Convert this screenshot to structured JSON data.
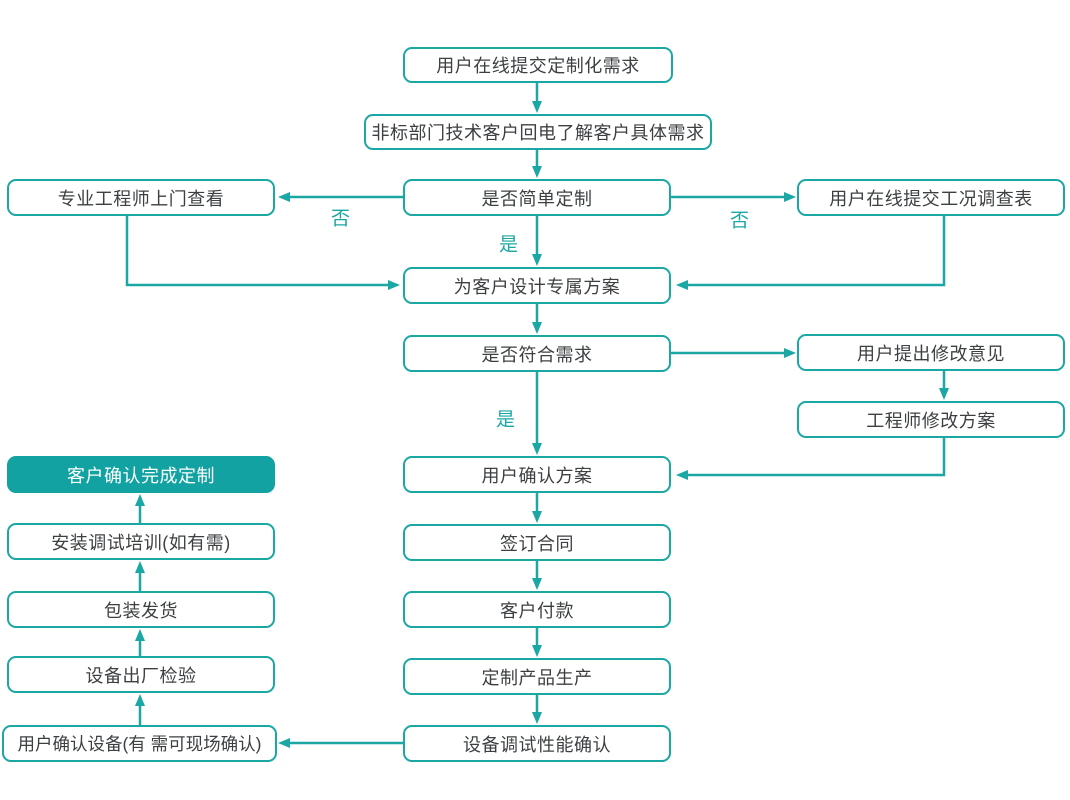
{
  "diagram": {
    "type": "flowchart",
    "colors": {
      "accent": "#1BA7A3",
      "highlight_fill": "#12A2A2",
      "node_fill": "#FFFFFF",
      "text": "#3D4043",
      "background": "#FFFFFF"
    },
    "nodes": [
      {
        "id": "submit-request",
        "label": "用户在线提交定制化需求"
      },
      {
        "id": "callback",
        "label": "非标部门技术客户回电了解客户具体需求"
      },
      {
        "id": "onsite-visit",
        "label": "专业工程师上门查看"
      },
      {
        "id": "simple-custom-decision",
        "label": "是否简单定制"
      },
      {
        "id": "condition-survey",
        "label": "用户在线提交工况调查表"
      },
      {
        "id": "design-plan",
        "label": "为客户设计专属方案"
      },
      {
        "id": "meets-needs-decision",
        "label": "是否符合需求"
      },
      {
        "id": "revision-feedback",
        "label": "用户提出修改意见"
      },
      {
        "id": "engineer-revision",
        "label": "工程师修改方案"
      },
      {
        "id": "confirm-plan",
        "label": "用户确认方案"
      },
      {
        "id": "sign-contract",
        "label": "签订合同"
      },
      {
        "id": "payment",
        "label": "客户付款"
      },
      {
        "id": "production",
        "label": "定制产品生产"
      },
      {
        "id": "debug-confirm",
        "label": "设备调试性能确认"
      },
      {
        "id": "complete",
        "label": "客户确认完成定制"
      },
      {
        "id": "install-training",
        "label": "安装调试培训(如有需)"
      },
      {
        "id": "packing-shipping",
        "label": "包装发货"
      },
      {
        "id": "factory-inspection",
        "label": "设备出厂检验"
      },
      {
        "id": "device-confirm",
        "label": "用户确认设备(有 需可现场确认)"
      }
    ],
    "edge_labels": [
      {
        "id": "no-left",
        "text": "否"
      },
      {
        "id": "no-right",
        "text": "否"
      },
      {
        "id": "yes-top",
        "text": "是"
      },
      {
        "id": "yes-mid",
        "text": "是"
      }
    ]
  }
}
